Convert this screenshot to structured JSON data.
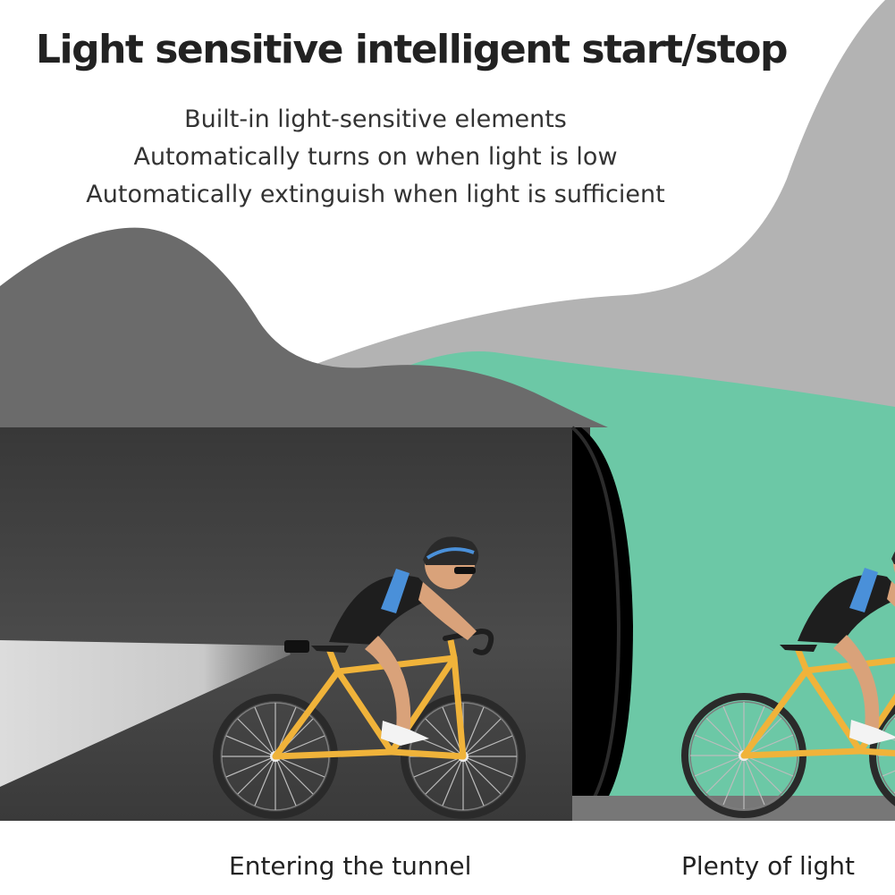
{
  "title": "Light sensitive intelligent start/stop",
  "features": [
    "Built-in light-sensitive elements",
    "Automatically turns on when light is low",
    "Automatically extinguish when light is sufficient"
  ],
  "captions": {
    "tunnel": "Entering the tunnel",
    "daylight": "Plenty of light"
  },
  "colors": {
    "hill_dark": "#6b6b6b",
    "hill_light": "#b3b3b3",
    "meadow": "#6cc8a6",
    "tunnel": "#3c3c3c",
    "road": "#4a4a4a",
    "frame": "#f0b33a",
    "jersey_accent": "#4a90d9"
  },
  "icons": [
    "cyclist-icon",
    "bicycle-icon",
    "headlight-beam-icon",
    "tunnel-icon"
  ]
}
